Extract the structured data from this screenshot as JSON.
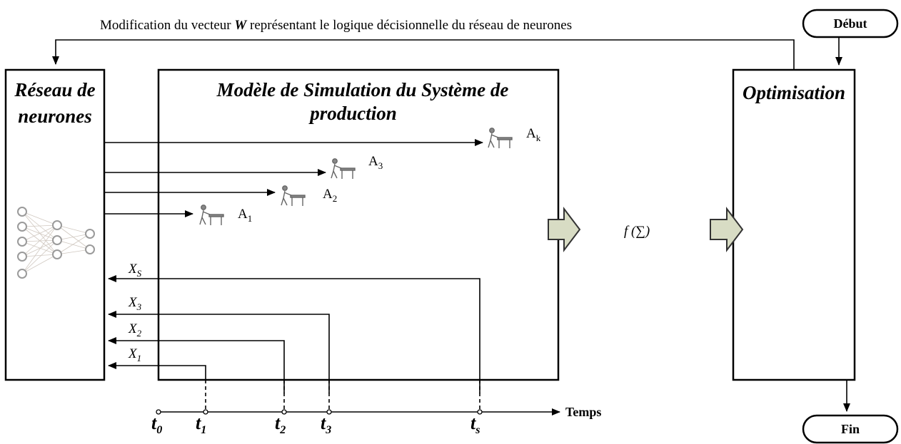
{
  "feedback_text_before": "Modification du vecteur ",
  "feedback_text_bold": "W",
  "feedback_text_after": " représentant le logique décisionnelle du réseau de neurones",
  "neural_box": {
    "title_line1": "Réseau de",
    "title_line2": "neurones"
  },
  "simulation_box": {
    "title_line1": "Modèle de Simulation du Système de",
    "title_line2": "production"
  },
  "optimisation_box": {
    "title": "Optimisation"
  },
  "start_label": "Début",
  "end_label": "Fin",
  "objective_function": "f (∑)",
  "actions": [
    {
      "base": "A",
      "sub": "k"
    },
    {
      "base": "A",
      "sub": "3"
    },
    {
      "base": "A",
      "sub": "2"
    },
    {
      "base": "A",
      "sub": "1"
    }
  ],
  "inputs": [
    {
      "base": "X",
      "sub": "S"
    },
    {
      "base": "X",
      "sub": "3"
    },
    {
      "base": "X",
      "sub": "2"
    },
    {
      "base": "X",
      "sub": "1"
    }
  ],
  "time_axis": {
    "label": "Temps",
    "ticks": [
      {
        "base": "t",
        "sub": "0"
      },
      {
        "base": "t",
        "sub": "1"
      },
      {
        "base": "t",
        "sub": "2"
      },
      {
        "base": "t",
        "sub": "3"
      },
      {
        "base": "t",
        "sub": "s"
      }
    ]
  }
}
